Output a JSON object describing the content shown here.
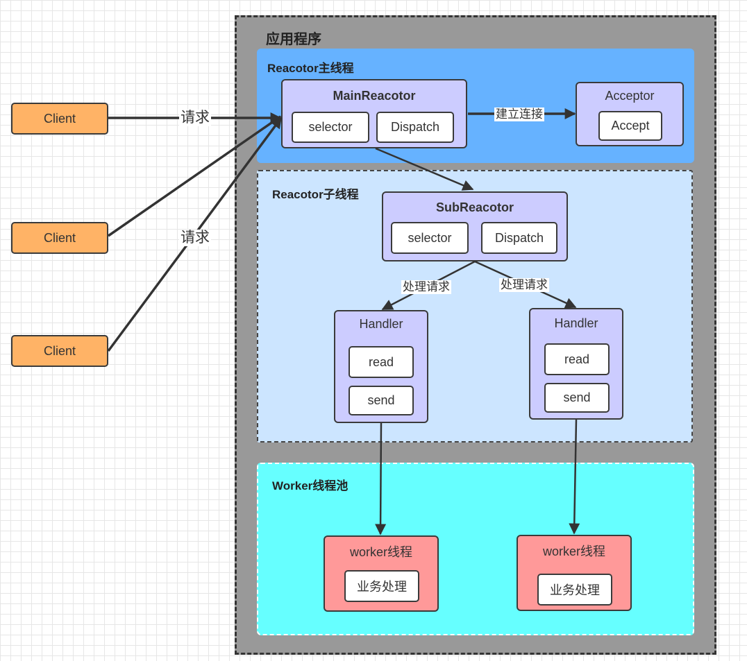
{
  "app": {
    "title": "应用程序"
  },
  "main_region": {
    "title": "Reacotor主线程"
  },
  "sub_region": {
    "title": "Reacotor子线程"
  },
  "worker_region": {
    "title": "Worker线程池"
  },
  "clients": [
    "Client",
    "Client",
    "Client"
  ],
  "main_reactor": {
    "title": "MainReacotor",
    "selector": "selector",
    "dispatch": "Dispatch"
  },
  "acceptor": {
    "title": "Acceptor",
    "accept": "Accept"
  },
  "sub_reactor": {
    "title": "SubReacotor",
    "selector": "selector",
    "dispatch": "Dispatch"
  },
  "handlers": [
    {
      "title": "Handler",
      "read": "read",
      "send": "send"
    },
    {
      "title": "Handler",
      "read": "read",
      "send": "send"
    }
  ],
  "workers": [
    {
      "title": "worker线程",
      "task": "业务处理"
    },
    {
      "title": "worker线程",
      "task": "业务处理"
    }
  ],
  "edge_labels": {
    "request_1": "请求",
    "request_2": "请求",
    "establish_connection": "建立连接",
    "handle_request_1": "处理请求",
    "handle_request_2": "处理请求"
  },
  "colors": {
    "app_container": "#999999",
    "main_region": "#66b2ff",
    "sub_region": "#cce5ff",
    "worker_region": "#66ffff",
    "reactor_box": "#ccccff",
    "worker_box": "#ff9999",
    "client_box": "#ffb366"
  }
}
